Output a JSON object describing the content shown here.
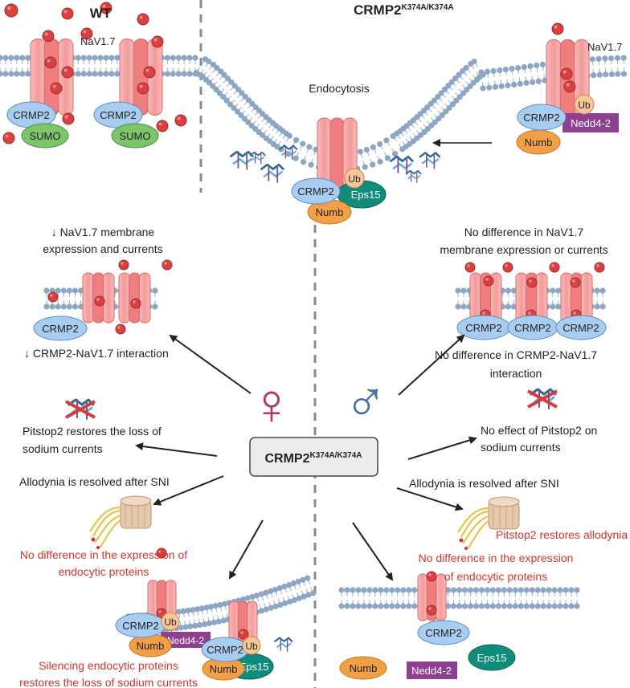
{
  "headers": {
    "wt": "WT",
    "mutant": "CRMP2",
    "mutant_sup": "K374A/K374A"
  },
  "labels": {
    "nav17_left": "NaV1.7",
    "nav17_right": "NaV1.7",
    "endocytosis": "Endocytosis",
    "crmp2": "CRMP2",
    "sumo": "SUMO",
    "ub": "Ub",
    "nedd4": "Nedd4-2",
    "numb": "Numb",
    "eps15": "Eps15"
  },
  "center": {
    "label": "CRMP2",
    "label_sup": "K374A/K374A"
  },
  "female": {
    "membrane_line1": "↓ NaV1.7 membrane",
    "membrane_line2": "expression and currents",
    "interaction": "↓ CRMP2-NaV1.7 interaction",
    "pitstop_line1": "Pitstop2 restores the  loss of",
    "pitstop_line2": "sodium currents",
    "allodynia": "Allodynia is resolved after SNI",
    "endo_line1": "No difference in the expression of",
    "endo_line2": "endocytic proteins",
    "silencing_line1": "Silencing endocytic proteins",
    "silencing_line2": "restores the  loss of sodium currents"
  },
  "male": {
    "membrane_line1": "No difference in  NaV1.7",
    "membrane_line2": "membrane expression or currents",
    "interaction_line1": "No difference in CRMP2-NaV1.7",
    "interaction_line2": "interaction",
    "pitstop_line1": "No effect of Pitstop2 on",
    "pitstop_line2": "sodium currents",
    "allodynia": "Allodynia is resolved after SNI",
    "pitstop_allodynia": "Pitstop2  restores allodynia",
    "endo_line1": "No difference in the expression",
    "endo_line2": "of endocytic proteins"
  },
  "symbols": {
    "female": "♀",
    "male": "♂"
  },
  "colors": {
    "channel": "#f4a7a7",
    "channel_stroke": "#d96b6b",
    "ion": "#d94040",
    "crmp2": "#a9cdf0",
    "sumo": "#7ec46a",
    "numb": "#f2a045",
    "eps15": "#0f8c7c",
    "nedd4": "#8e3f8f",
    "ub": "#f7c79c",
    "female": "#b0385c",
    "male": "#4a6fa5",
    "red_text": "#d2342e",
    "membrane": "#8da6c4"
  }
}
